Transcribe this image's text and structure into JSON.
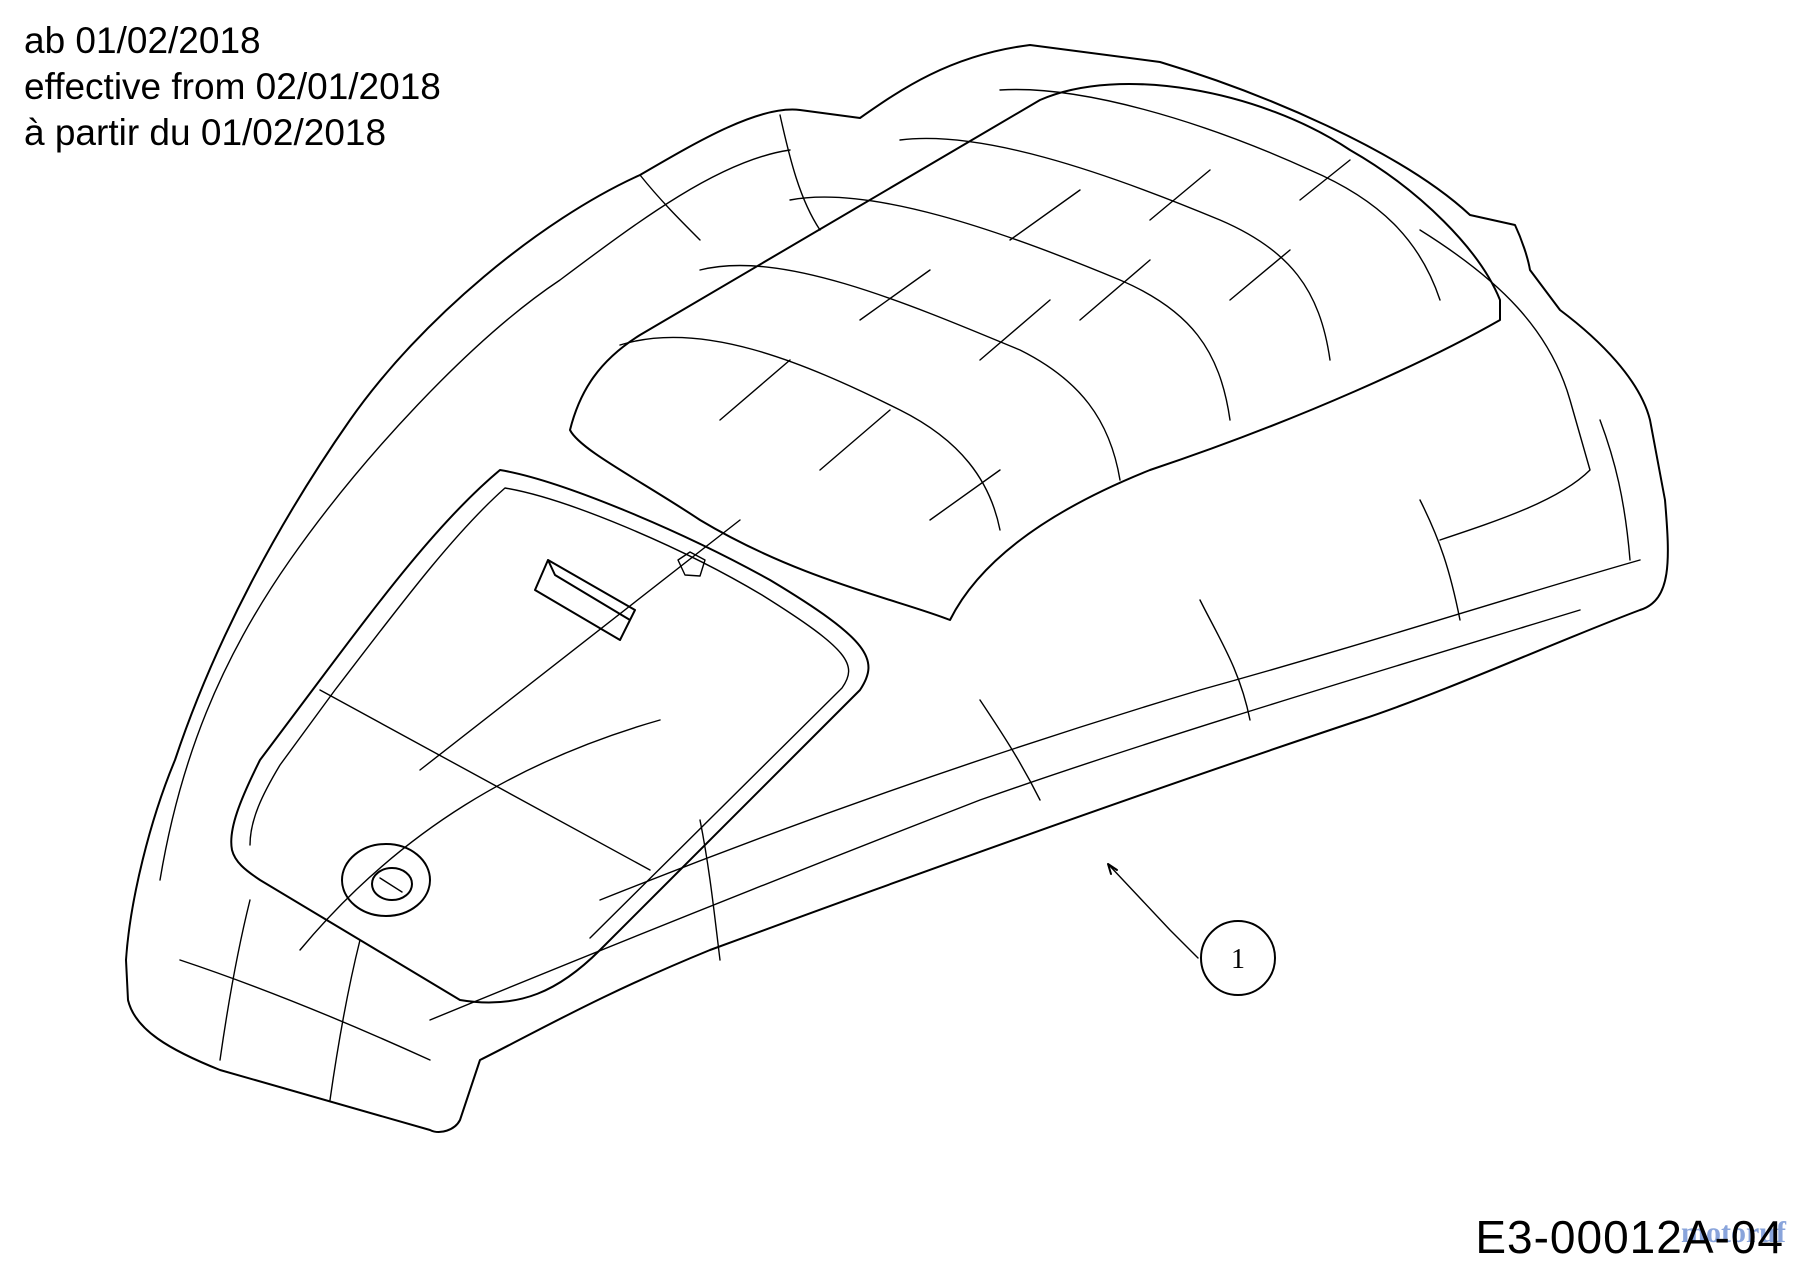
{
  "header": {
    "line1": "ab 01/02/2018",
    "line2": "effective from 02/01/2018",
    "line3": "à partir du 01/02/2018"
  },
  "callouts": [
    {
      "label": "1"
    }
  ],
  "reference_code": "E3-00012A-04",
  "watermark": "motoruf"
}
